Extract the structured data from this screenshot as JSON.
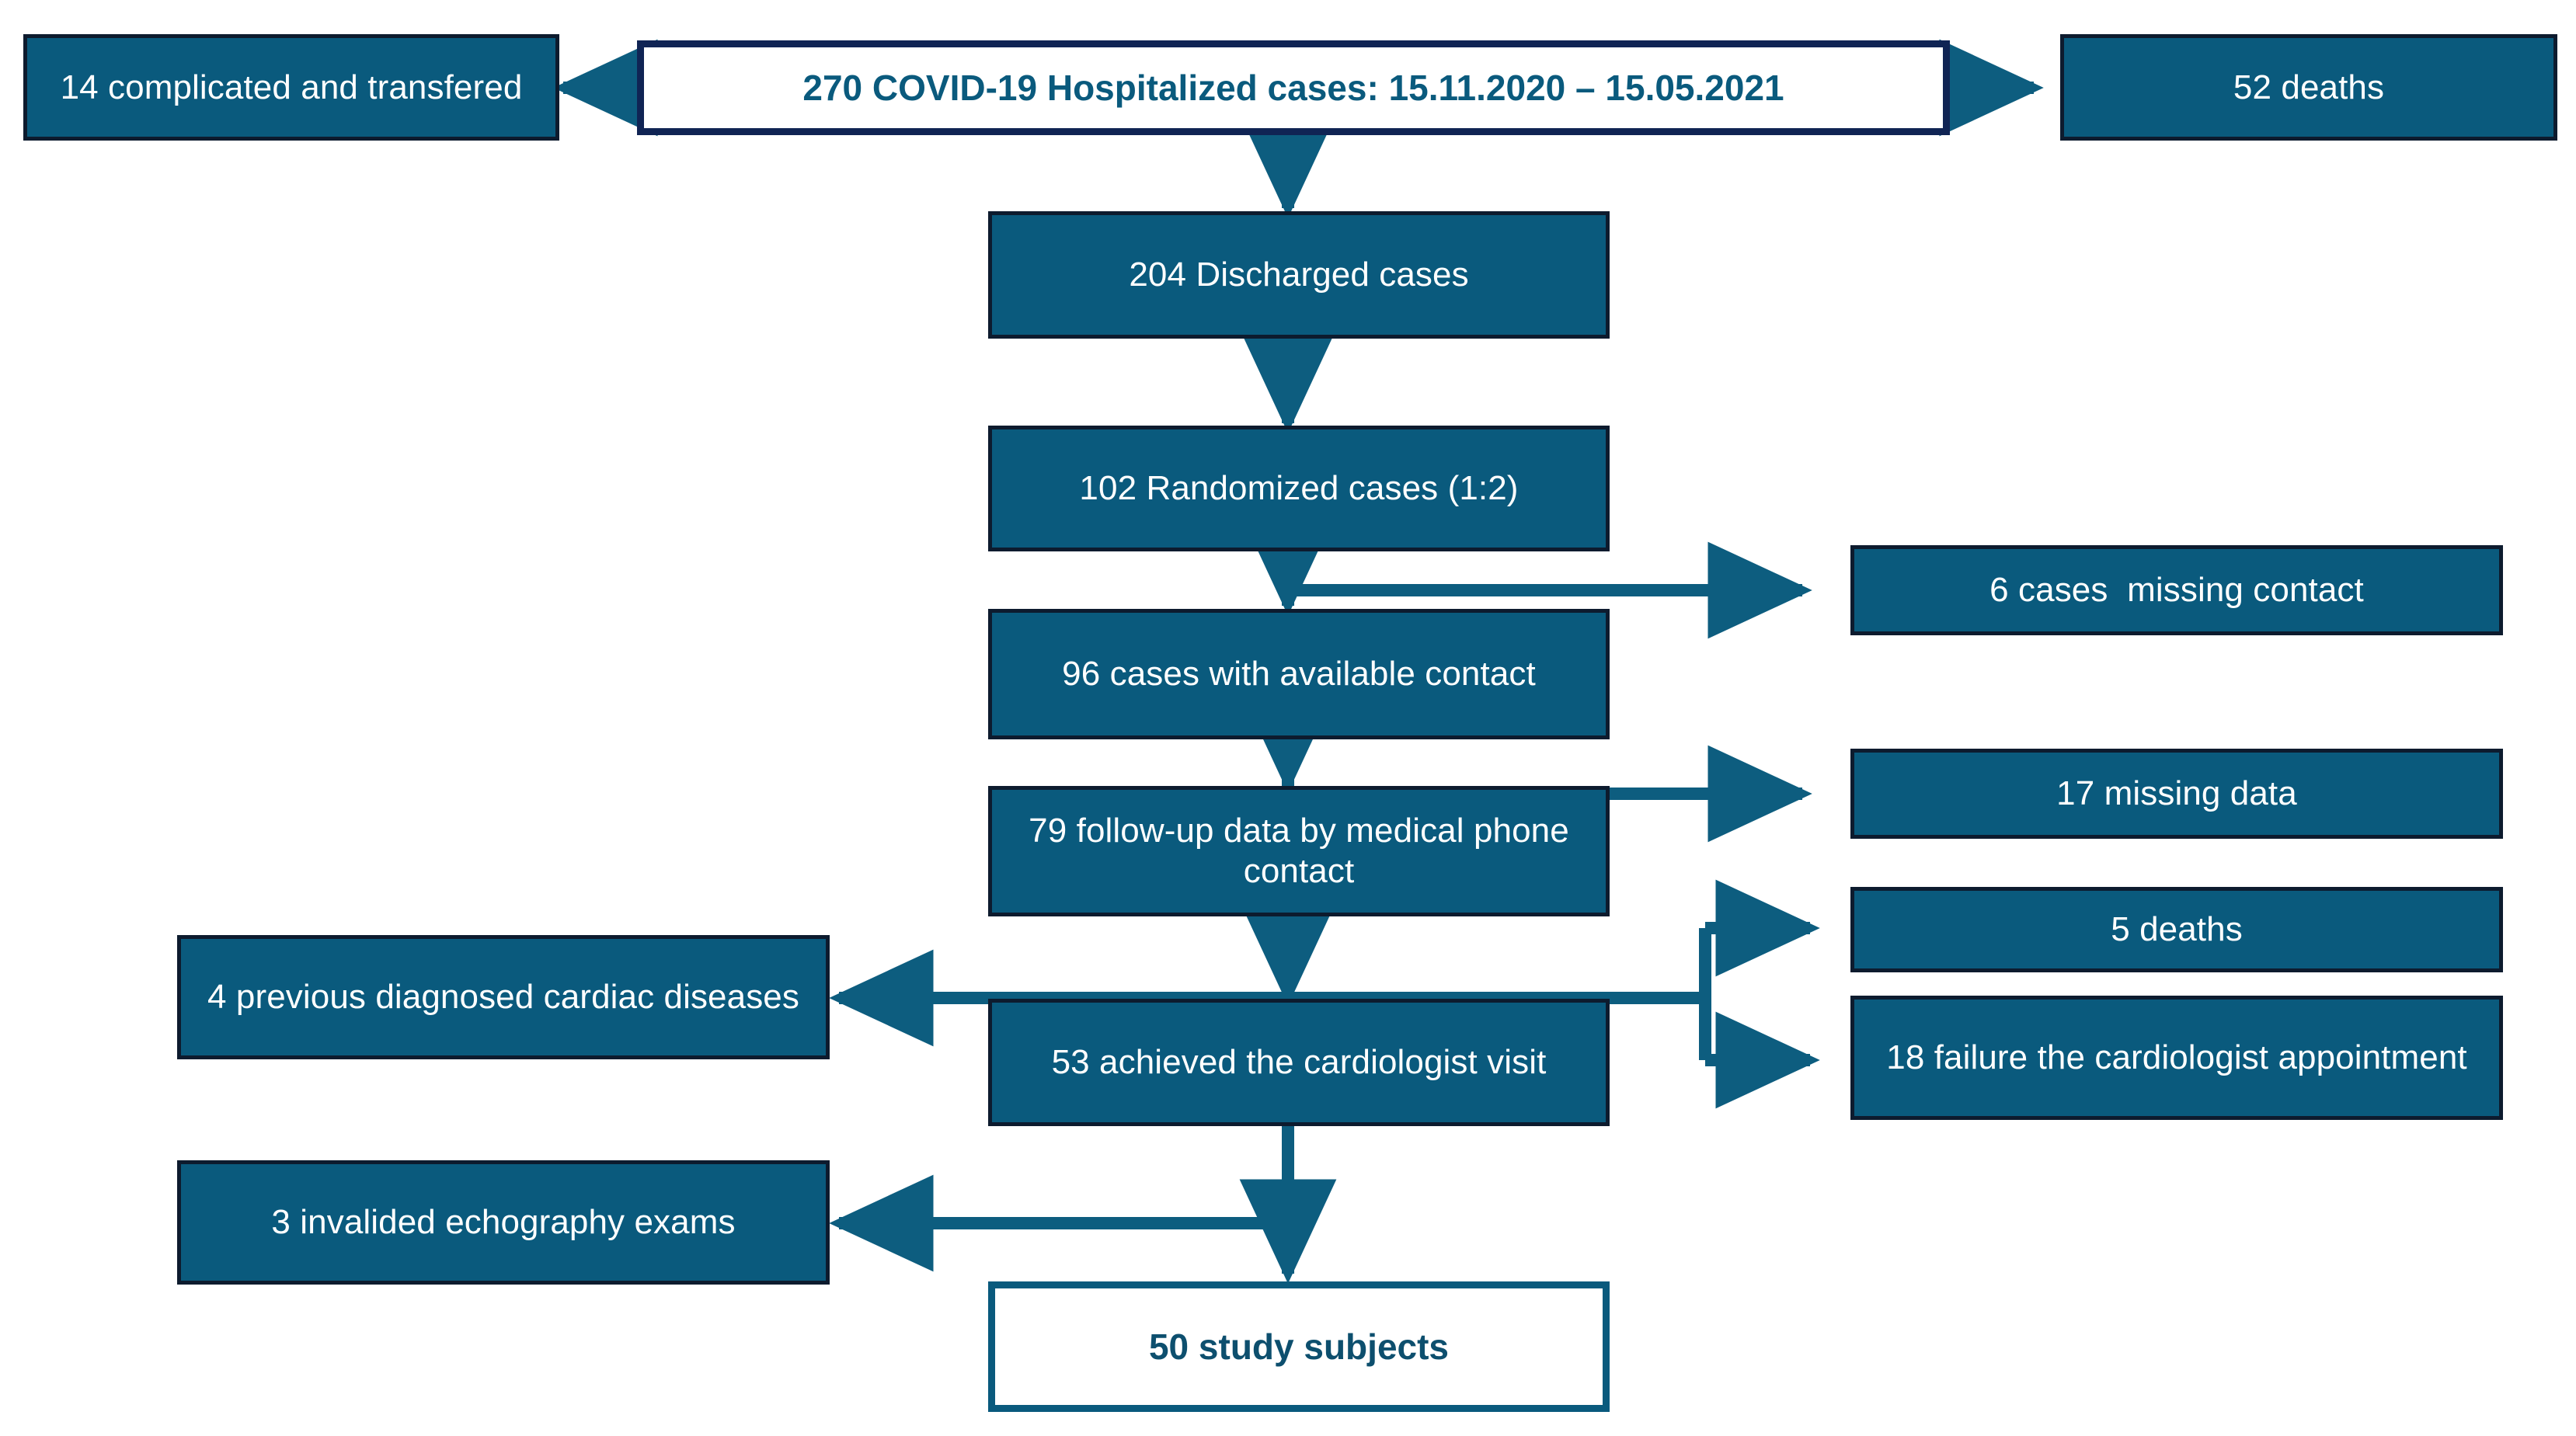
{
  "diagram": {
    "type": "flowchart",
    "title": "COVID-19 hospitalized cases study enrollment flow",
    "colors": {
      "box_fill": "#0a5a7d",
      "box_border": "#0d1b2e",
      "header_border": "#102454",
      "header_text": "#0a5a7d",
      "connector": "#0d5d7f",
      "page_background": "#ffffff",
      "box_text": "#ffffff"
    },
    "nodes": [
      {
        "id": "header",
        "label": "270 COVID-19 Hospitalized cases: 15.11.2020 – 15.05.2021",
        "style": "outline-navy"
      },
      {
        "id": "complicated",
        "label": "14 complicated and transfered",
        "style": "filled"
      },
      {
        "id": "deaths52",
        "label": "52 deaths",
        "style": "filled"
      },
      {
        "id": "discharged",
        "label": "204 Discharged cases",
        "style": "filled"
      },
      {
        "id": "randomized",
        "label": "102 Randomized cases (1:2)",
        "style": "filled"
      },
      {
        "id": "missing-contact",
        "label": "6 cases  missing contact",
        "style": "filled"
      },
      {
        "id": "available-contact",
        "label": "96 cases with available contact",
        "style": "filled"
      },
      {
        "id": "missing-data",
        "label": "17 missing data",
        "style": "filled"
      },
      {
        "id": "followup",
        "label": "79 follow-up data by medical phone  contact",
        "style": "filled"
      },
      {
        "id": "deaths5",
        "label": "5 deaths",
        "style": "filled"
      },
      {
        "id": "failure-appointment",
        "label": "18 failure the cardiologist appointment",
        "style": "filled"
      },
      {
        "id": "previous-cardiac",
        "label": "4 previous diagnosed cardiac diseases",
        "style": "filled"
      },
      {
        "id": "cardiologist-visit",
        "label": "53 achieved the cardiologist visit",
        "style": "filled"
      },
      {
        "id": "invalided-echo",
        "label": "3 invalided echography exams",
        "style": "filled"
      },
      {
        "id": "study-subjects",
        "label": "50 study subjects",
        "style": "outline-teal"
      }
    ],
    "edges": [
      {
        "from": "header",
        "to": "complicated",
        "direction": "left"
      },
      {
        "from": "header",
        "to": "deaths52",
        "direction": "right"
      },
      {
        "from": "header",
        "to": "discharged",
        "direction": "down"
      },
      {
        "from": "discharged",
        "to": "randomized",
        "direction": "down"
      },
      {
        "from": "randomized",
        "to": "missing-contact",
        "direction": "right"
      },
      {
        "from": "randomized",
        "to": "available-contact",
        "direction": "down"
      },
      {
        "from": "available-contact",
        "to": "missing-data",
        "direction": "right"
      },
      {
        "from": "available-contact",
        "to": "followup",
        "direction": "down"
      },
      {
        "from": "followup",
        "to": "previous-cardiac",
        "direction": "left"
      },
      {
        "from": "followup",
        "to": "deaths5",
        "direction": "right-bracket"
      },
      {
        "from": "followup",
        "to": "failure-appointment",
        "direction": "right-bracket"
      },
      {
        "from": "followup",
        "to": "cardiologist-visit",
        "direction": "down"
      },
      {
        "from": "cardiologist-visit",
        "to": "invalided-echo",
        "direction": "left"
      },
      {
        "from": "cardiologist-visit",
        "to": "study-subjects",
        "direction": "down"
      }
    ]
  }
}
